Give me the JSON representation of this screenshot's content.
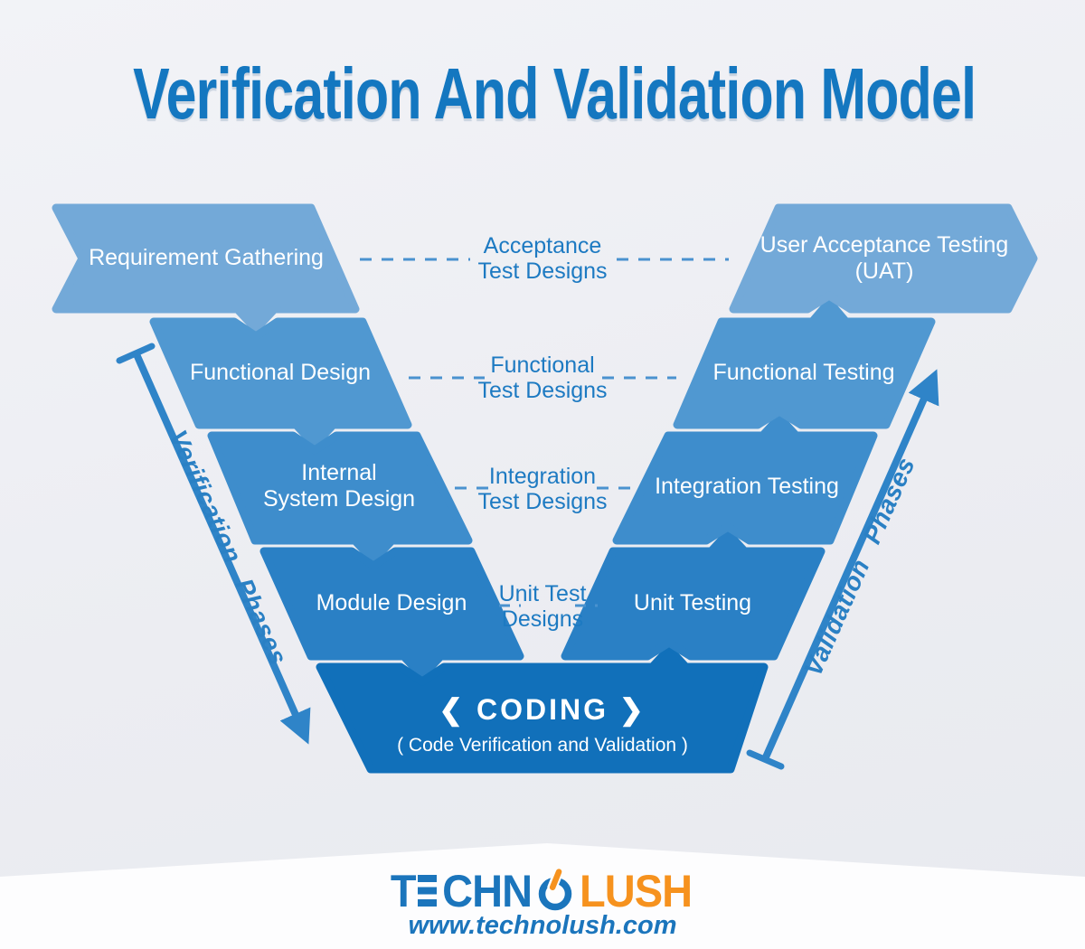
{
  "title": "Verification And Validation Model",
  "colors": {
    "background": "#edeff3",
    "title_text": "#1477c0",
    "row_fills": [
      "#73a9d8",
      "#5098d1",
      "#3e8dcc",
      "#2a80c5",
      "#1170ba"
    ],
    "block_text": "#ffffff",
    "connector_text": "#1d7ac2",
    "connector_dash": "#4a92cf",
    "arrow": "#2f84c8",
    "axis_text": "#2a80c4",
    "logo_blue": "#1b75bc",
    "logo_orange": "#f6921e",
    "footer_background": "#fdfdfe"
  },
  "left_column": [
    {
      "line1": "Requirement Gathering",
      "line2": ""
    },
    {
      "line1": "Functional Design",
      "line2": ""
    },
    {
      "line1": "Internal",
      "line2": "System Design"
    },
    {
      "line1": "Module Design",
      "line2": ""
    }
  ],
  "right_column": [
    {
      "line1": "User Acceptance Testing",
      "line2": "(UAT)"
    },
    {
      "line1": "Functional Testing",
      "line2": ""
    },
    {
      "line1": "Integration Testing",
      "line2": ""
    },
    {
      "line1": "Unit Testing",
      "line2": ""
    }
  ],
  "connectors": [
    {
      "line1": "Acceptance",
      "line2": "Test Designs"
    },
    {
      "line1": "Functional",
      "line2": "Test Designs"
    },
    {
      "line1": "Integration",
      "line2": "Test Designs"
    },
    {
      "line1": "Unit Test",
      "line2": "Designs"
    }
  ],
  "coding_block": {
    "title": "❮ CODING ❯",
    "subtitle": "( Code Verification and Validation )"
  },
  "axes": {
    "left": "Verification Phases",
    "right": "Validation Phases"
  },
  "footer": {
    "logo_part1": "T",
    "logo_part2": "CHN",
    "logo_part3": "LUSH",
    "website": "www.technolush.com"
  }
}
